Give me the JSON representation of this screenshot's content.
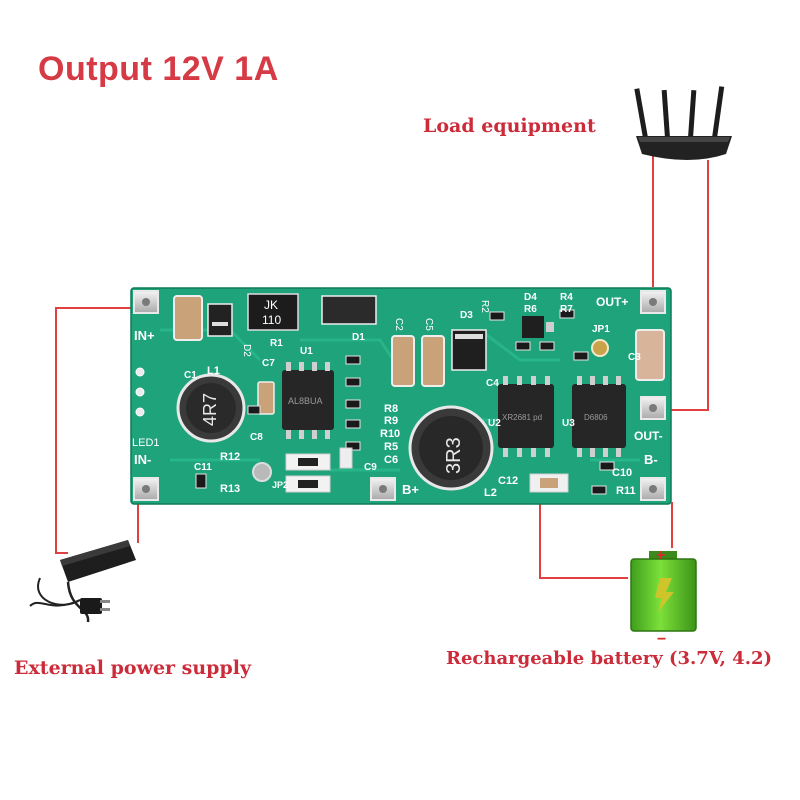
{
  "title": "Output 12V 1A",
  "labels": {
    "load": "Load equipment",
    "external": "External power supply",
    "battery": "Rechargeable battery (3.7V, 4.2)"
  },
  "board": {
    "silk": {
      "in_plus": "IN+",
      "in_minus": "IN-",
      "led1": "LED1",
      "out_plus": "OUT+",
      "out_minus": "OUT-",
      "b_plus": "B+",
      "b_minus": "B-",
      "jp1": "JP1",
      "inductor1": "4R7",
      "inductor2": "3R3",
      "jk_top": "JK",
      "jk_bottom": "110",
      "l1": "L1",
      "l2": "L2",
      "r1": "R1",
      "u1": "U1",
      "u2": "U2",
      "u3": "U3",
      "d1": "D1",
      "d2": "D2",
      "d3": "D3",
      "d4": "D4",
      "c1": "C1",
      "c2": "C2",
      "c3": "C3",
      "c4": "C4",
      "c5": "C5",
      "c6": "C6",
      "c7": "C7",
      "c8": "C8",
      "c9": "C9",
      "c10": "C10",
      "c11": "C11",
      "c12": "C12",
      "r2": "R2",
      "r4": "R4",
      "r5": "R5",
      "r6": "R6",
      "r7": "R7",
      "r8": "R8",
      "r9": "R9",
      "r10": "R10",
      "r11": "R11",
      "r12": "R12",
      "r13": "R13",
      "jp2": "JP2"
    },
    "chips": {
      "u1": "AL8BUA",
      "u2": "XR2681 pd",
      "u3": "D6806"
    }
  },
  "battery": {
    "plus": "+",
    "minus": "−"
  },
  "colors": {
    "title": "#d63a45",
    "caption": "#cc2b3a",
    "wire": "#e04040",
    "pcb": "#1fa37b",
    "battery": "#5bc72a"
  }
}
